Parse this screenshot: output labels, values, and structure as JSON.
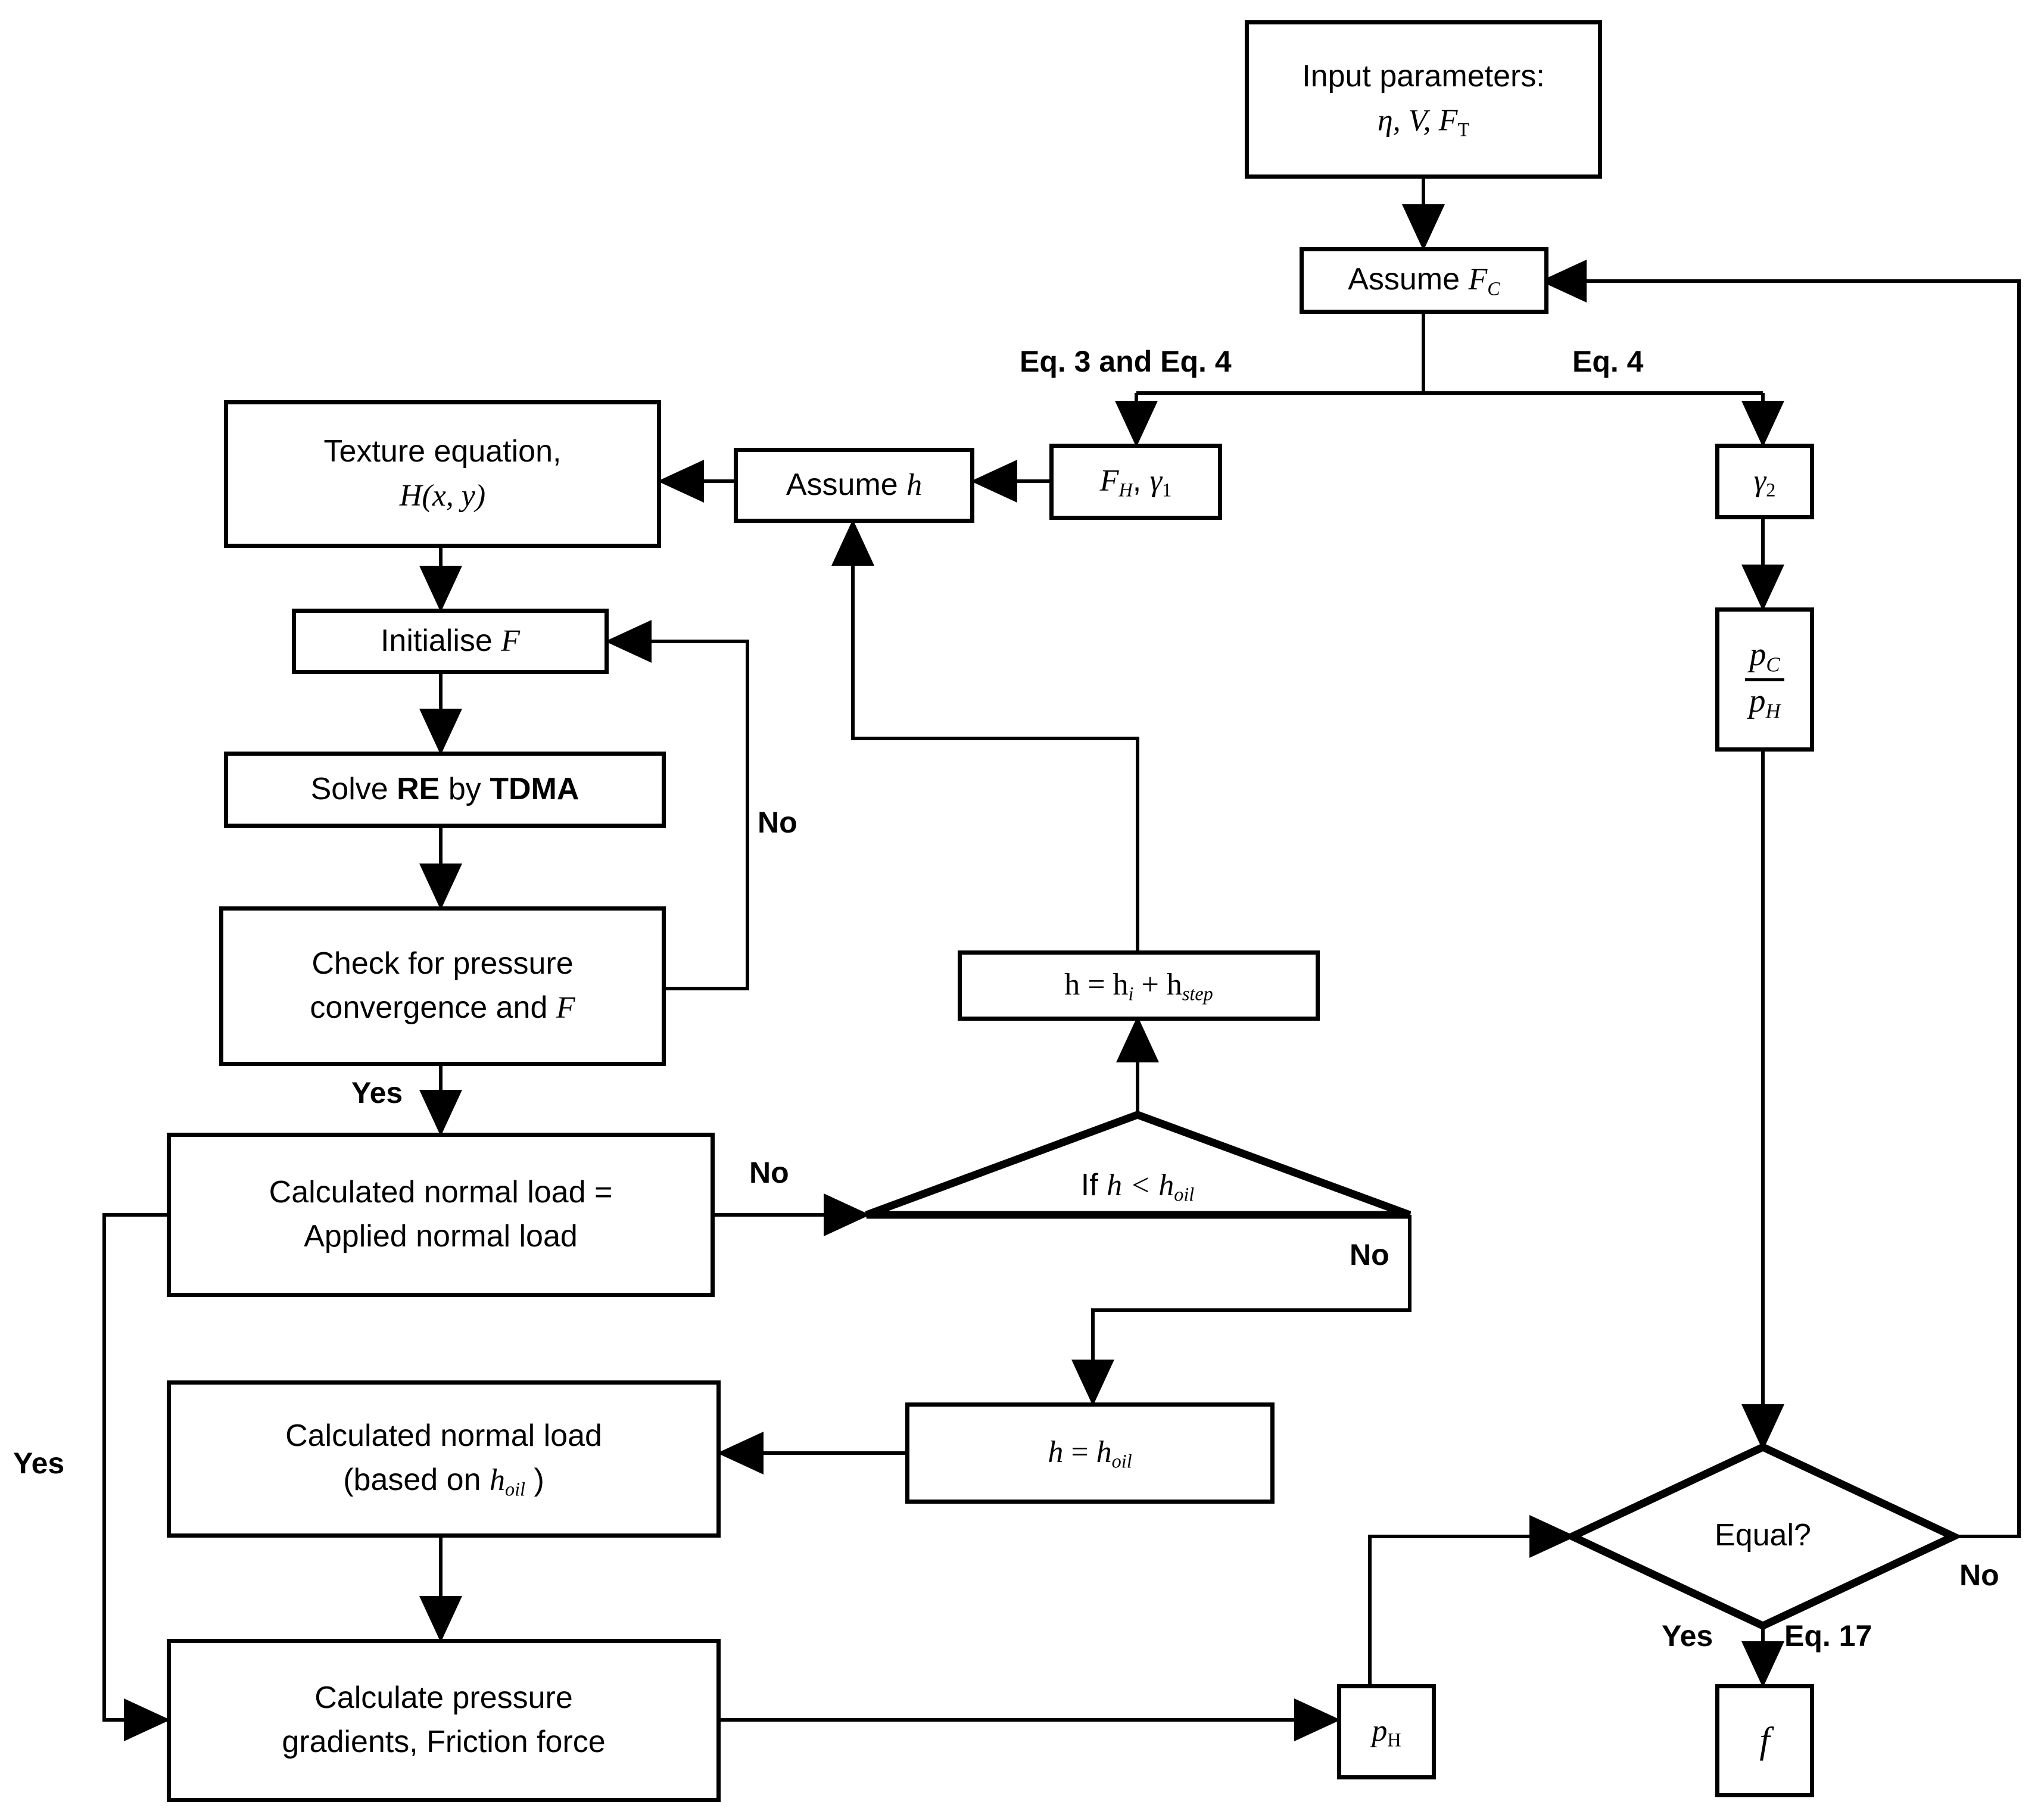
{
  "diagram": {
    "title": "Friction model computation flowchart",
    "type": "flowchart",
    "line_color": "#000000",
    "background": "#ffffff"
  },
  "nodes": {
    "input_parameters": {
      "line1": "Input parameters:",
      "line2_eta": "η",
      "line2_rest": ", V, F",
      "line2_sub": "T"
    },
    "assume_fc": {
      "label": "Assume ",
      "sym": "F",
      "sub": "C"
    },
    "fh_gamma1": {
      "sym1": "F",
      "sub1": "H",
      "sep": ", ",
      "sym2": "γ",
      "sub2": "1"
    },
    "gamma2": {
      "sym": "γ",
      "sub": "2"
    },
    "pc_over_ph": {
      "num_sym": "p",
      "num_sub": "C",
      "den_sym": "p",
      "den_sub": "H"
    },
    "assume_h": {
      "label": "Assume ",
      "sym": "h"
    },
    "texture_equation": {
      "line1": "Texture  equation,",
      "line2_sym": "H",
      "line2_rest": "(x, y)"
    },
    "initialise_f": {
      "label": "Initialise ",
      "sym": "F"
    },
    "solve_re": {
      "pre": "Solve ",
      "bold1": "RE",
      "mid": " by ",
      "bold2": "TDMA"
    },
    "check_convergence": {
      "line1": "Check for pressure",
      "line2": "convergence and ",
      "line2_sym": "F"
    },
    "calc_load_equals_applied": {
      "line1": "Calculated normal load =",
      "line2": "Applied normal load"
    },
    "h_step_update": {
      "lhs": "h = h",
      "sub1": "i",
      "mid": " + h",
      "sub2": "step"
    },
    "if_h_lt_hoil": {
      "pre": "If ",
      "sym1": "h",
      "op": " < ",
      "sym2": "h",
      "sub2": "oil"
    },
    "h_equals_hoil": {
      "sym1": "h",
      "eq": " = ",
      "sym2": "h",
      "sub2": "oil"
    },
    "calc_load_based_hoil": {
      "line1": "Calculated normal  load",
      "line2_pre": "(based on ",
      "line2_sym": "h",
      "line2_sub": "oil",
      "line2_post": " )"
    },
    "calc_pressure_gradients": {
      "line1": "Calculate pressure",
      "line2": "gradients,  Friction force"
    },
    "p_h": {
      "sym": "p",
      "sub": "H"
    },
    "equal_decision": {
      "label": "Equal?"
    },
    "friction_coefficient": {
      "sym": "f"
    }
  },
  "edge_labels": {
    "eq3_and_eq4": "Eq. 3 and Eq. 4",
    "eq4": "Eq. 4",
    "no_convergence": "No",
    "yes_convergence": "Yes",
    "no_load_check": "No",
    "no_h_check": "No",
    "yes_load_loop": "Yes",
    "no_equal": "No",
    "yes_equal": "Yes",
    "eq17": "Eq. 17"
  }
}
